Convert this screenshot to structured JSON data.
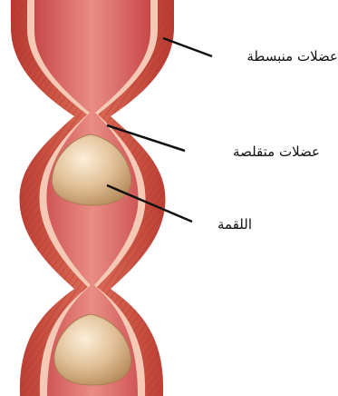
{
  "labels": {
    "relaxed_muscles": "عضلات منبسطة",
    "contracted_muscles": "عضلات متقلصة",
    "food_bolus": "اللقمة"
  },
  "colors": {
    "muscle_outer": "#c8473a",
    "muscle_mid": "#dc6b56",
    "muscle_fiber": "#a8322a",
    "inner_wall": "#f4c9b6",
    "lumen": "#d8605a",
    "lumen_light": "#e88a80",
    "bolus": "#dcb98e",
    "bolus_light": "#f5e2c2",
    "leader_line": "#111111",
    "background": "#ffffff"
  }
}
